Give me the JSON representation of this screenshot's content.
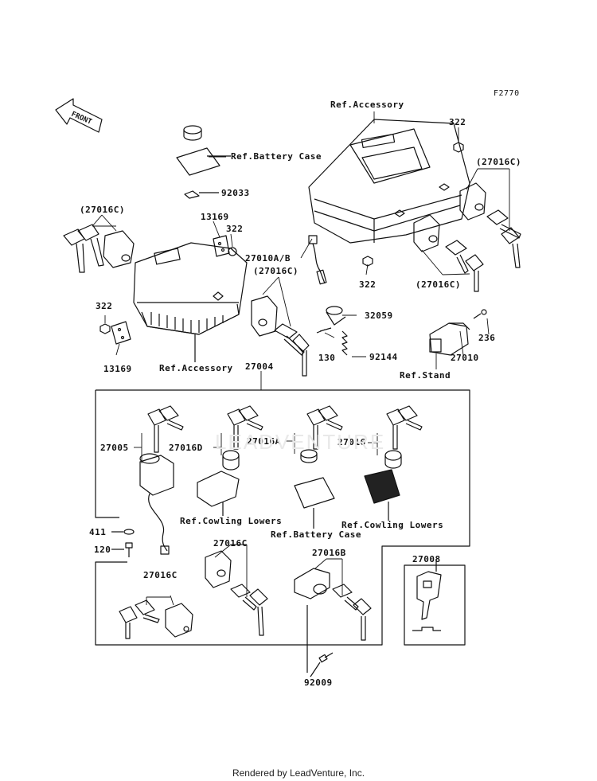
{
  "figure_code": "F2770",
  "front_label": "FRONT",
  "footer": "Rendered by LeadVenture, Inc.",
  "watermark": "LEADVENTURE",
  "labels": {
    "ref_accessory_top": "Ref.Accessory",
    "p322_a": "322",
    "ref_battery_case_top": "Ref.Battery Case",
    "p27016c_right": "(27016C)",
    "p92033": "92033",
    "p27016c_left": "(27016C)",
    "p13169_a": "13169",
    "p322_b": "322",
    "p27010ab": "27010A/B",
    "p27016c_mid": "(27016C)",
    "p322_c": "322",
    "p27016c_lower": "(27016C)",
    "p322_d": "322",
    "p32059": "32059",
    "p236": "236",
    "p130": "130",
    "p27010": "27010",
    "p13169_b": "13169",
    "ref_accessory_left": "Ref.Accessory",
    "p92144": "92144",
    "ref_stand": "Ref.Stand",
    "p27004": "27004",
    "p27005": "27005",
    "p27016d": "27016D",
    "p27016a": "27016A",
    "p27016": "27016",
    "ref_cowling_left": "Ref.Cowling Lowers",
    "ref_battery_case_mid": "Ref.Battery Case",
    "ref_cowling_right": "Ref.Cowling Lowers",
    "p411": "411",
    "p120": "120",
    "p27016c_box1": "27016C",
    "p27016b": "27016B",
    "p27008": "27008",
    "p27016c_box2": "27016C",
    "p92009": "92009"
  }
}
